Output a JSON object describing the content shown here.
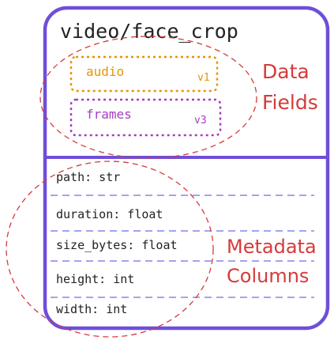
{
  "card": {
    "title": "video/face_crop",
    "border_color": "#6f4fd8"
  },
  "data_fields": {
    "label_line1": "Data",
    "label_line2": "Fields",
    "label_color": "#d63a3a",
    "items": [
      {
        "name": "audio",
        "version": "v1",
        "color": "#e59500"
      },
      {
        "name": "frames",
        "version": "v3",
        "color": "#a53ec0"
      }
    ]
  },
  "metadata_columns": {
    "label_line1": "Metadata",
    "label_line2": "Columns",
    "label_color": "#d63a3a",
    "divider_color": "#6a6ee6",
    "rows": [
      "path: str",
      "duration: float",
      "size_bytes: float",
      "height: int",
      "width: int"
    ]
  },
  "annotation_color": "#d63a3a"
}
